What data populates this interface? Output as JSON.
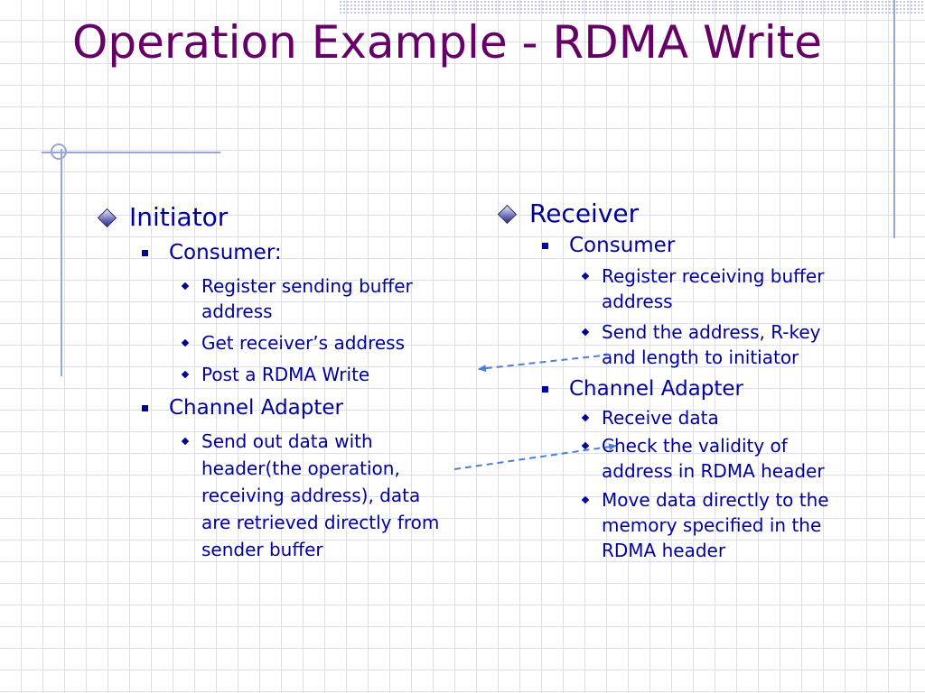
{
  "slide": {
    "title": "Operation Example - RDMA Write",
    "initiator": {
      "heading": "Initiator",
      "groups": [
        {
          "label": "Consumer:",
          "items": [
            "Register sending buffer address",
            "Get receiver’s address",
            "Post a RDMA Write"
          ]
        },
        {
          "label": "Channel Adapter",
          "items": [
            "Send out data with header(the operation, receiving address), data are retrieved directly from sender buffer"
          ]
        }
      ]
    },
    "receiver": {
      "heading": "Receiver",
      "groups": [
        {
          "label": "Consumer",
          "items": [
            "Register receiving buffer address",
            "Send the address, R-key and length to initiator"
          ]
        },
        {
          "label": "Channel Adapter",
          "items": [
            "Receive data",
            "Check the validity of address in RDMA header",
            "Move data directly to the memory specified in the RDMA header"
          ]
        }
      ]
    },
    "colors": {
      "title": "#660066",
      "text": "#000099",
      "arrow": "#4f7ed8",
      "grid": "#d9def0",
      "accent_line": "#97a7d3"
    }
  }
}
